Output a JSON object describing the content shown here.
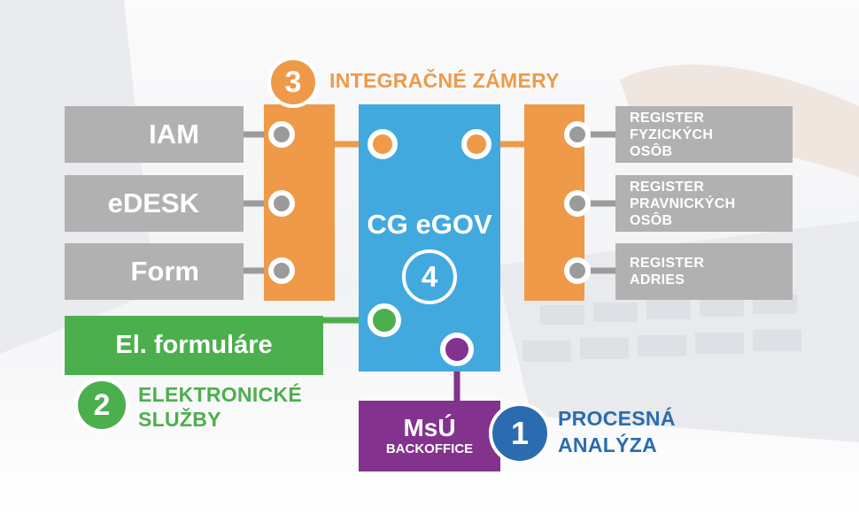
{
  "colors": {
    "gray": "#b1b1b1",
    "orange": "#ee9a48",
    "blue": "#42a9de",
    "green": "#4caf4d",
    "purple": "#83328e",
    "dark_blue": "#2b6cb0",
    "connector_gray": "#9b9b9b"
  },
  "left_items": [
    {
      "label": "IAM"
    },
    {
      "label": "eDESK"
    },
    {
      "label": "Form"
    }
  ],
  "right_items": [
    {
      "label": "REGISTER\nFYZICKÝCH\nOSÔB"
    },
    {
      "label": "REGISTER\nPRAVNICKÝCH\nOSÔB"
    },
    {
      "label": "REGISTER\nADRIES"
    }
  ],
  "center": {
    "title": "CG eGOV",
    "number": "4"
  },
  "integration": {
    "number": "3",
    "label": "INTEGRAČNÉ ZÁMERY"
  },
  "forms": {
    "label": "El. formuláre"
  },
  "electronic_services": {
    "number": "2",
    "label": "ELEKTRONICKÉ\nSLUŽBY"
  },
  "backoffice": {
    "title": "MsÚ",
    "subtitle": "BACKOFFICE"
  },
  "process_analysis": {
    "number": "1",
    "label": "PROCESNÁ\nANALÝZA"
  }
}
